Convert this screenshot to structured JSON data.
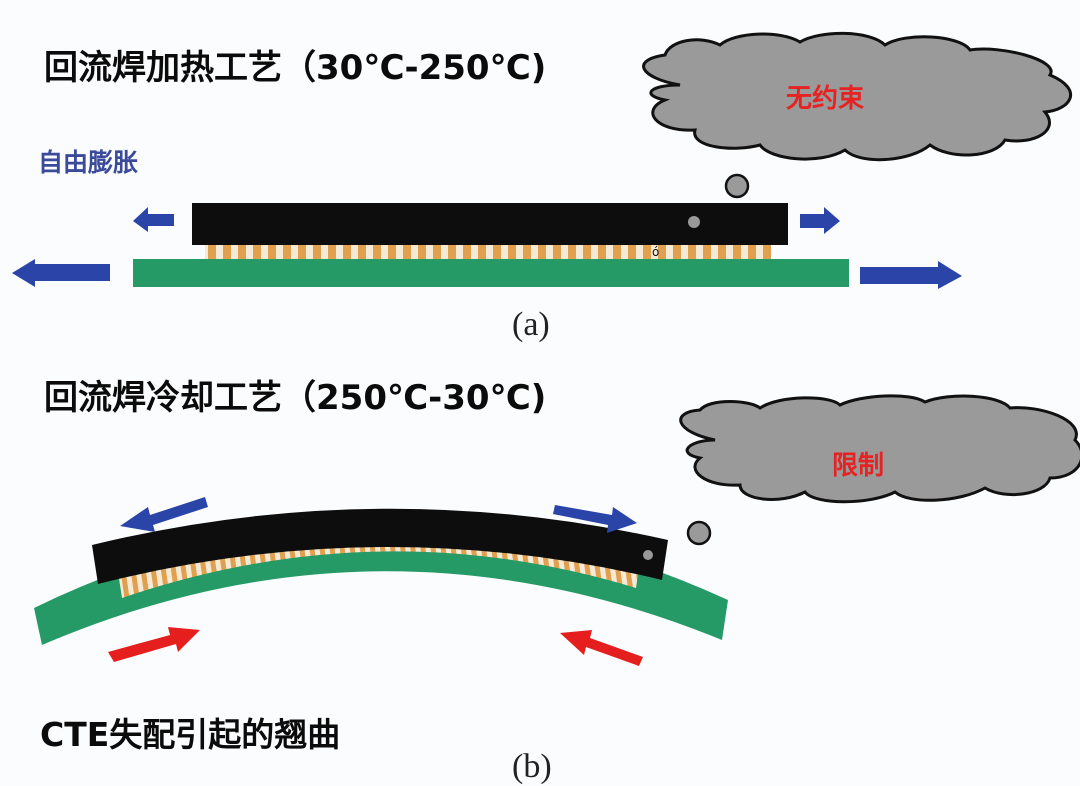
{
  "section_a": {
    "title": "回流焊加热工艺（30℃-250℃)",
    "side_label": "自由膨胀",
    "cloud_label": "无约束",
    "caption": "(a)",
    "arrow_color": "#2a44a8"
  },
  "section_b": {
    "title": "回流焊冷却工艺（250℃-30℃)",
    "cloud_label": "限制",
    "caption": "(b)",
    "expand_arrow_color": "#2a44a8",
    "compress_arrow_color": "#e51e1e"
  },
  "footer": {
    "title": "CTE失配引起的翘曲"
  },
  "colors": {
    "chip": "#0d0d0d",
    "substrate": "#269a66",
    "solder": "#e0a050",
    "cloud_fill": "#9a9a9a",
    "cloud_text": "#e62222",
    "side_label": "#3b4b9a"
  }
}
